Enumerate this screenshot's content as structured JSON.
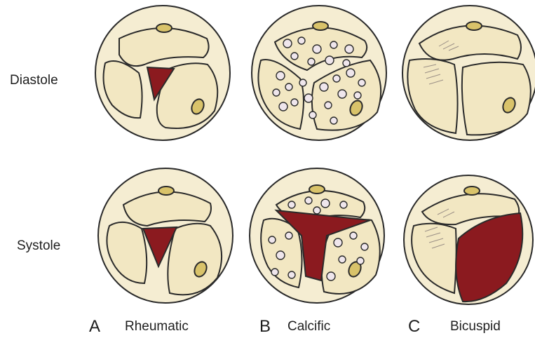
{
  "rows": [
    {
      "label": "Diastole"
    },
    {
      "label": "Systole"
    }
  ],
  "columns": [
    {
      "letter": "A",
      "name": "Rheumatic"
    },
    {
      "letter": "B",
      "name": "Calcific"
    },
    {
      "letter": "C",
      "name": "Bicuspid"
    }
  ],
  "colors": {
    "leaflet": "#f2e7c2",
    "annulus": "#f5edd2",
    "orifice": "#8b1a1f",
    "outline": "#2a2a2a",
    "coronary_ostium": "#d9c36a",
    "calcification": "#efe6ec"
  }
}
